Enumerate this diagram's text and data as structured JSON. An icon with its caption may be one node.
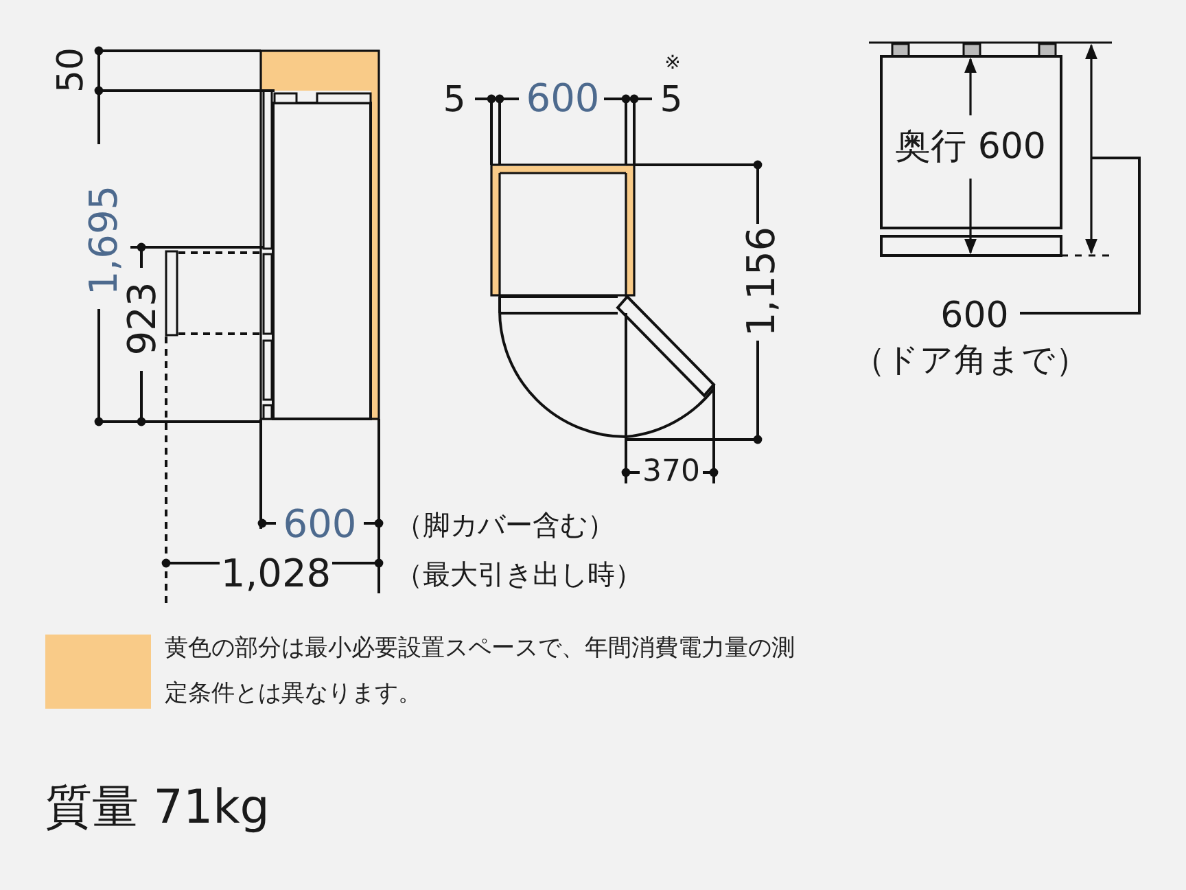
{
  "diagram": {
    "labels": [
      "50",
      "1,695",
      "923",
      "600",
      "（脚カバー含む）",
      "1,028",
      "（最大引き出し時）",
      "5",
      "600",
      "5",
      "※",
      "1,156",
      "370",
      "奥行 600",
      "600",
      "（ドア角まで）",
      "質量 71kg"
    ],
    "legend": [
      {
        "text": "黄色の部分は最小必要設置スペースで、年間消費電力量の測定条件とは異なります。",
        "color": "#f9cb88"
      }
    ]
  }
}
